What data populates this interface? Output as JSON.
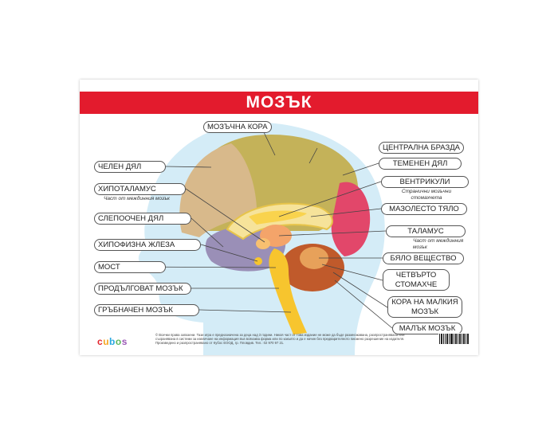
{
  "title": "МОЗЪК",
  "labels": {
    "mozachna_kora": "МОЗЪЧНА КОРА",
    "tsentralna_brazda": "ЦЕНТРАЛНА БРАЗДА",
    "chelen_dyal": "ЧЕЛЕН ДЯЛ",
    "temenen_dyal": "ТЕМЕНЕН ДЯЛ",
    "hipotalamus": "ХИПОТАЛАМУС",
    "hipotalamus_sub": "Част от междинния мозък",
    "ventrikuli": "ВЕНТРИКУЛИ",
    "ventrikuli_sub_1": "Странични мозъчни",
    "ventrikuli_sub_2": "стомахчета",
    "slepoochen_dyal": "СЛЕПООЧЕН ДЯЛ",
    "mazolesto_tyalo": "МАЗОЛЕСТО ТЯЛО",
    "talamus": "ТАЛАМУС",
    "talamus_sub_1": "Част от междинния",
    "talamus_sub_2": "мозък",
    "hipofizna_zhleza": "ХИПОФИЗНА ЖЛЕЗА",
    "byalo_veshtestvo": "БЯЛО ВЕЩЕСТВО",
    "most": "МОСТ",
    "chetvarto_1": "ЧЕТВЪРТО",
    "chetvarto_2": "СТОМАХЧЕ",
    "prodalgovat": "ПРОДЪЛГОВАТ МОЗЪК",
    "kora_malkiya_1": "КОРА НА МАЛКИЯ",
    "kora_malkiya_2": "МОЗЪК",
    "grabnachen": "ГРЪБНАЧЕН МОЗЪК",
    "malak_mozak": "МАЛЪК МОЗЪК"
  },
  "brand": {
    "letters": [
      "c",
      "u",
      "b",
      "o",
      "s"
    ],
    "colors": [
      "#e3262f",
      "#f5a623",
      "#2aa9e0",
      "#5cb85c",
      "#9b59b6"
    ]
  },
  "copyright": "© Всички права запазени. Тази игра е предназначена за деца над 3 години. Никоя част от това издание не може да бъде размножавана, разпространявана или съхранявана в системи за извличане на информация във всякаква форма или по какъвто и да е начин без предварителното писмено разрешение на издателя. Произведено и разпространявано от Кубос ЕООД, гр. Пловдив. Тел.: 02 970 97 21.",
  "colors": {
    "title_red": "#e31b2d",
    "head": "#d4ecf7",
    "cerebrum": "#c9b15a",
    "frontal": "#d9b98a",
    "occipital": "#e2476a",
    "temporal": "#9a8fb7",
    "cerebellum": "#c05a2b",
    "stem": "#f7c52e"
  }
}
